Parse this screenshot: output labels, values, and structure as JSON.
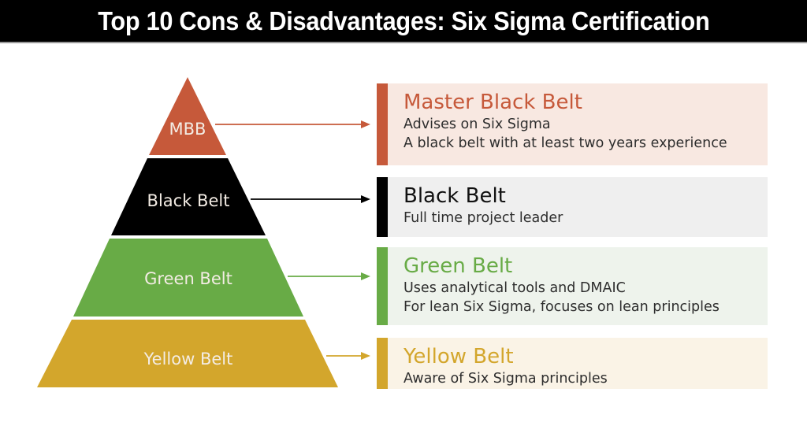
{
  "header": {
    "title": "Top 10 Cons & Disadvantages: Six Sigma Certification"
  },
  "pyramid": {
    "tiers": [
      {
        "label": "MBB",
        "color": "#c6593a"
      },
      {
        "label": "Black Belt",
        "color": "#000000"
      },
      {
        "label": "Green Belt",
        "color": "#68ab46"
      },
      {
        "label": "Yellow Belt",
        "color": "#d3a62c"
      }
    ]
  },
  "cards": [
    {
      "title": "Master Black Belt",
      "accent": "#c6593a",
      "title_color": "#c6593a",
      "background": "#f8e8e1",
      "lines": [
        "Advises on Six Sigma",
        "A black belt with at least two years experience"
      ]
    },
    {
      "title": "Black Belt",
      "accent": "#000000",
      "title_color": "#111111",
      "background": "#efefef",
      "lines": [
        "Full time project leader"
      ]
    },
    {
      "title": "Green Belt",
      "accent": "#68ab46",
      "title_color": "#68ab46",
      "background": "#eef3ec",
      "lines": [
        "Uses analytical tools and DMAIC",
        "For lean Six Sigma, focuses on lean principles"
      ]
    },
    {
      "title": "Yellow Belt",
      "accent": "#d3a62c",
      "title_color": "#d3a62c",
      "background": "#faf3e6",
      "lines": [
        "Aware of Six Sigma principles"
      ]
    }
  ]
}
